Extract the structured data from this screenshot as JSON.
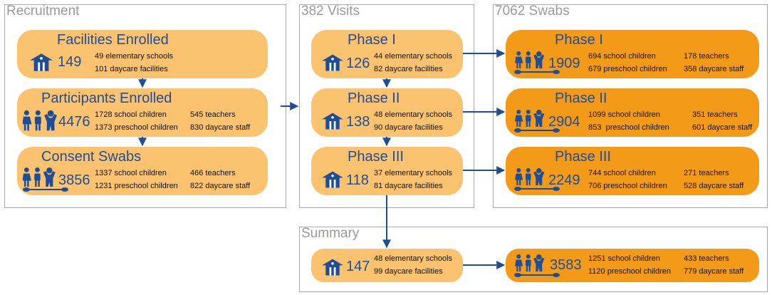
{
  "recruitment": {
    "title": "Recruitment",
    "facilities": {
      "title": "Facilities Enrolled",
      "count": "149",
      "line1": "49 elementary schools",
      "line2": "101 daycare facilities"
    },
    "participants": {
      "title": "Participants Enrolled",
      "count": "4476",
      "c1l1": "1728 school children",
      "c1l2": "1373 preschool children",
      "c2l1": "545 teachers",
      "c2l2": "830 daycare staff"
    },
    "consent": {
      "title": "Consent Swabs",
      "count": "3856",
      "c1l1": "1337 school children",
      "c1l2": "1231 preschool children",
      "c2l1": "466 teachers",
      "c2l2": "822 daycare staff"
    }
  },
  "visits": {
    "title": "382 Visits",
    "phases": [
      {
        "title": "Phase I",
        "count": "126",
        "line1": "44 elementary schools",
        "line2": "82 daycare facilities"
      },
      {
        "title": "Phase II",
        "count": "138",
        "line1": "48 elementary schools",
        "line2": "90 daycare facilities"
      },
      {
        "title": "Phase III",
        "count": "118",
        "line1": "37 elementary schools",
        "line2": "81 daycare facilities"
      }
    ]
  },
  "swabs": {
    "title": "7062 Swabs",
    "phases": [
      {
        "title": "Phase I",
        "count": "1909",
        "c1l1": "694 school children",
        "c1l2": "679 preschool children",
        "c2l1": "178 teachers",
        "c2l2": "358 daycare staff"
      },
      {
        "title": "Phase II",
        "count": "2904",
        "c1l1": "1099 school children",
        "c1l2": "853  preschool children",
        "c2l1": "351 teachers",
        "c2l2": "601 daycare staff"
      },
      {
        "title": "Phase III",
        "count": "2249",
        "c1l1": "744 school children",
        "c1l2": "706 preschool children",
        "c2l1": "271 teachers",
        "c2l2": "528 daycare staff"
      }
    ]
  },
  "summary": {
    "title": "Summary",
    "visits": {
      "count": "147",
      "line1": "48 elementary schools",
      "line2": "99 daycare facilities"
    },
    "swabs": {
      "count": "3583",
      "c1l1": "1251 school children",
      "c1l2": "1120 preschool children",
      "c2l1": "433 teachers",
      "c2l2": "779 daycare staff"
    }
  },
  "colors": {
    "light_box": "#fbc26f",
    "dark_box": "#f39a18",
    "accent": "#1f4e96",
    "panel_border": "#a9a9a9",
    "panel_title": "#9a9a9a"
  },
  "icons": {
    "facility": "school-building-icon",
    "people": "people-group-icon",
    "swab": "swab-icon"
  }
}
